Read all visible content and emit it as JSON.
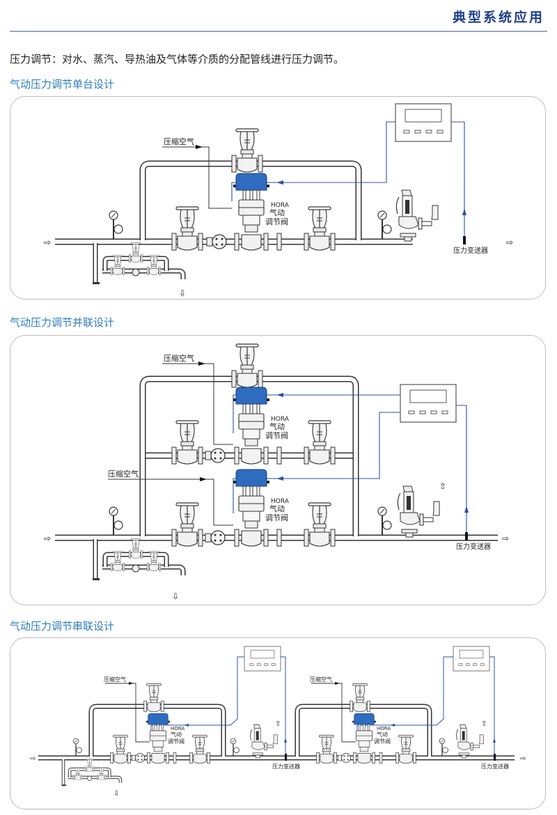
{
  "header": {
    "title": "典型系统应用"
  },
  "intro": "压力调节：对水、蒸汽、导热油及气体等介质的分配管线进行压力调节。",
  "colors": {
    "header_title": "#1d3f87",
    "section_title": "#2b7dc0",
    "actuator_blue": "#2f6cc0",
    "signal_line": "#2b50a8"
  },
  "labels": {
    "compressed_air": "压缩空气",
    "valve_brand": "HORA",
    "valve_line1": "气动",
    "valve_line2": "调节阀",
    "transmitter": "压力变送器",
    "flow_arrow": "⇨",
    "down_arrow": "⇩",
    "up_arrow": "⇧"
  },
  "sections": [
    {
      "title": "气动压力调节单台设计"
    },
    {
      "title": "气动压力调节并联设计"
    },
    {
      "title": "气动压力调节串联设计"
    }
  ]
}
